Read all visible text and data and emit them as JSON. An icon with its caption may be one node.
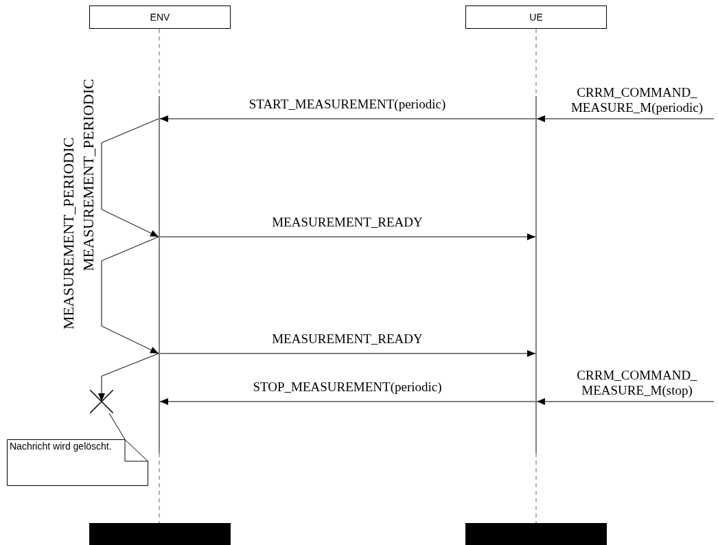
{
  "diagram": {
    "nodes": [
      {
        "text": [
          "ENV"
        ]
      },
      {
        "text": [
          "UE"
        ]
      },
      {
        "text": [],
        "shape": "line"
      },
      {
        "text": [],
        "shape": "line"
      },
      {
        "text": [],
        "shape": "bar"
      },
      {
        "text": [],
        "shape": "bar"
      },
      {
        "text": [],
        "shape": "cross"
      },
      {
        "text": [
          "Nachricht wird gelöscht."
        ]
      }
    ],
    "edges": [
      {
        "from": 3,
        "to": 2,
        "arrow": "to",
        "label": "START_MEASUREMENT(periodic)"
      },
      {
        "from": null,
        "to": 3,
        "arrow": "to",
        "label": "CRRM_COMMAND_ MEASURE_M(periodic)"
      },
      {
        "from": 2,
        "to": 2,
        "arrow": "to",
        "label": "MEASUREMENT_PERIODIC"
      },
      {
        "from": 2,
        "to": 3,
        "arrow": "to",
        "label": "MEASUREMENT_READY"
      },
      {
        "from": 2,
        "to": 2,
        "arrow": "to",
        "label": "MEASUREMENT_PERIODIC"
      },
      {
        "from": 2,
        "to": 3,
        "arrow": "to",
        "label": "MEASUREMENT_READY"
      },
      {
        "from": 2,
        "to": 6,
        "arrow": "to"
      },
      {
        "from": 3,
        "to": 2,
        "arrow": "to",
        "label": "STOP_MEASUREMENT(periodic)"
      },
      {
        "from": null,
        "to": 3,
        "arrow": "to",
        "label": "CRRM_COMMAND_ MEASURE_M(stop)"
      },
      {
        "from": 7,
        "to": 6,
        "arrow": "none"
      }
    ]
  }
}
